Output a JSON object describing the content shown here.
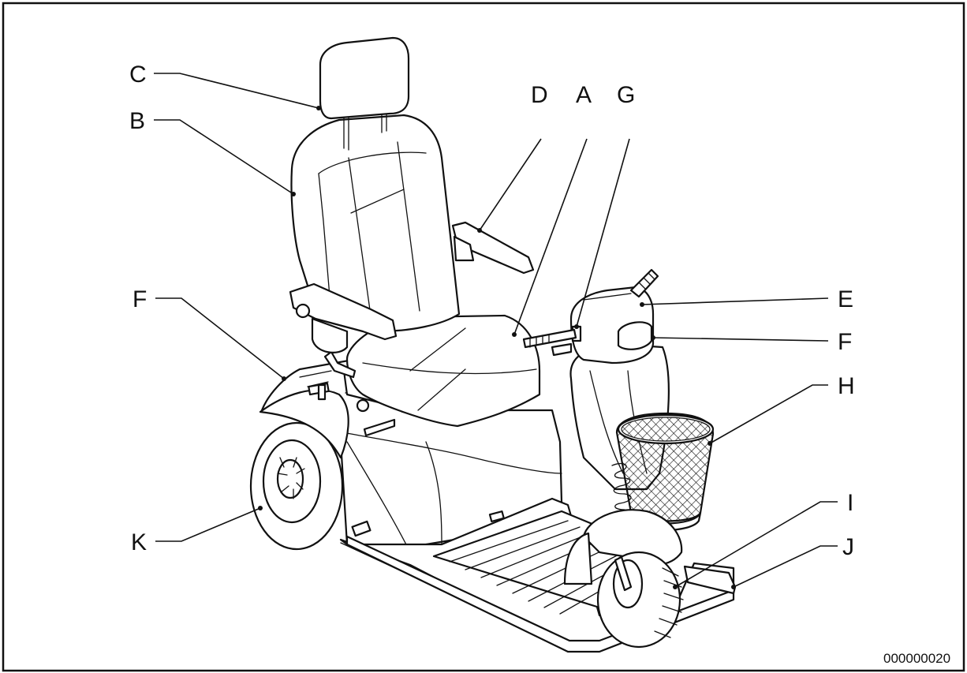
{
  "figure_number": "000000020",
  "labels": {
    "A": "A",
    "B": "B",
    "C": "C",
    "D": "D",
    "E": "E",
    "F": "F",
    "G": "G",
    "H": "H",
    "I": "I",
    "J": "J",
    "K": "K"
  }
}
